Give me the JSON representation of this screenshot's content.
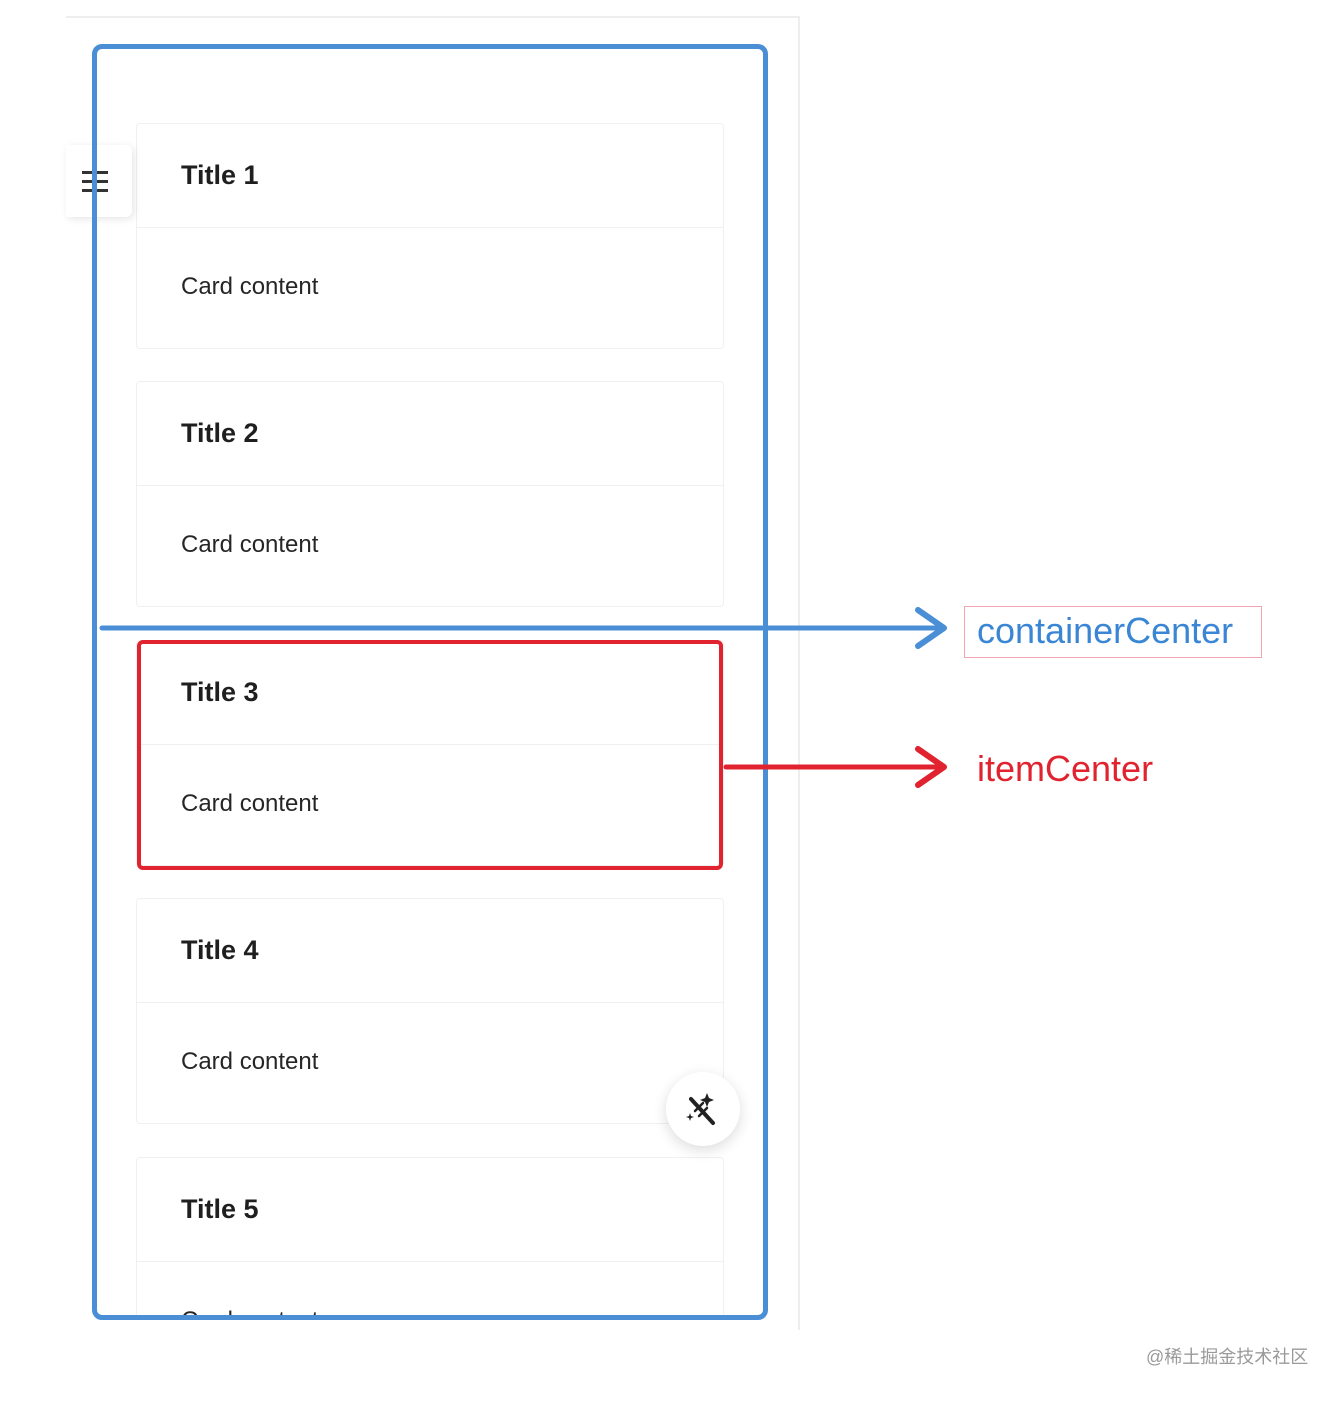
{
  "cards": [
    {
      "title": "Title 1",
      "content": "Card content"
    },
    {
      "title": "Title 2",
      "content": "Card content"
    },
    {
      "title": "Title 3",
      "content": "Card content"
    },
    {
      "title": "Title 4",
      "content": "Card content"
    },
    {
      "title": "Title 5",
      "content": "Card content"
    }
  ],
  "annotations": {
    "container_center_label": "containerCenter",
    "item_center_label": "itemCenter",
    "container_color": "#4a8fd6",
    "item_color": "#e0232f"
  },
  "icons": {
    "menu": "hamburger-menu-icon",
    "fab": "magic-wand-icon"
  },
  "watermark": "@稀土掘金技术社区"
}
